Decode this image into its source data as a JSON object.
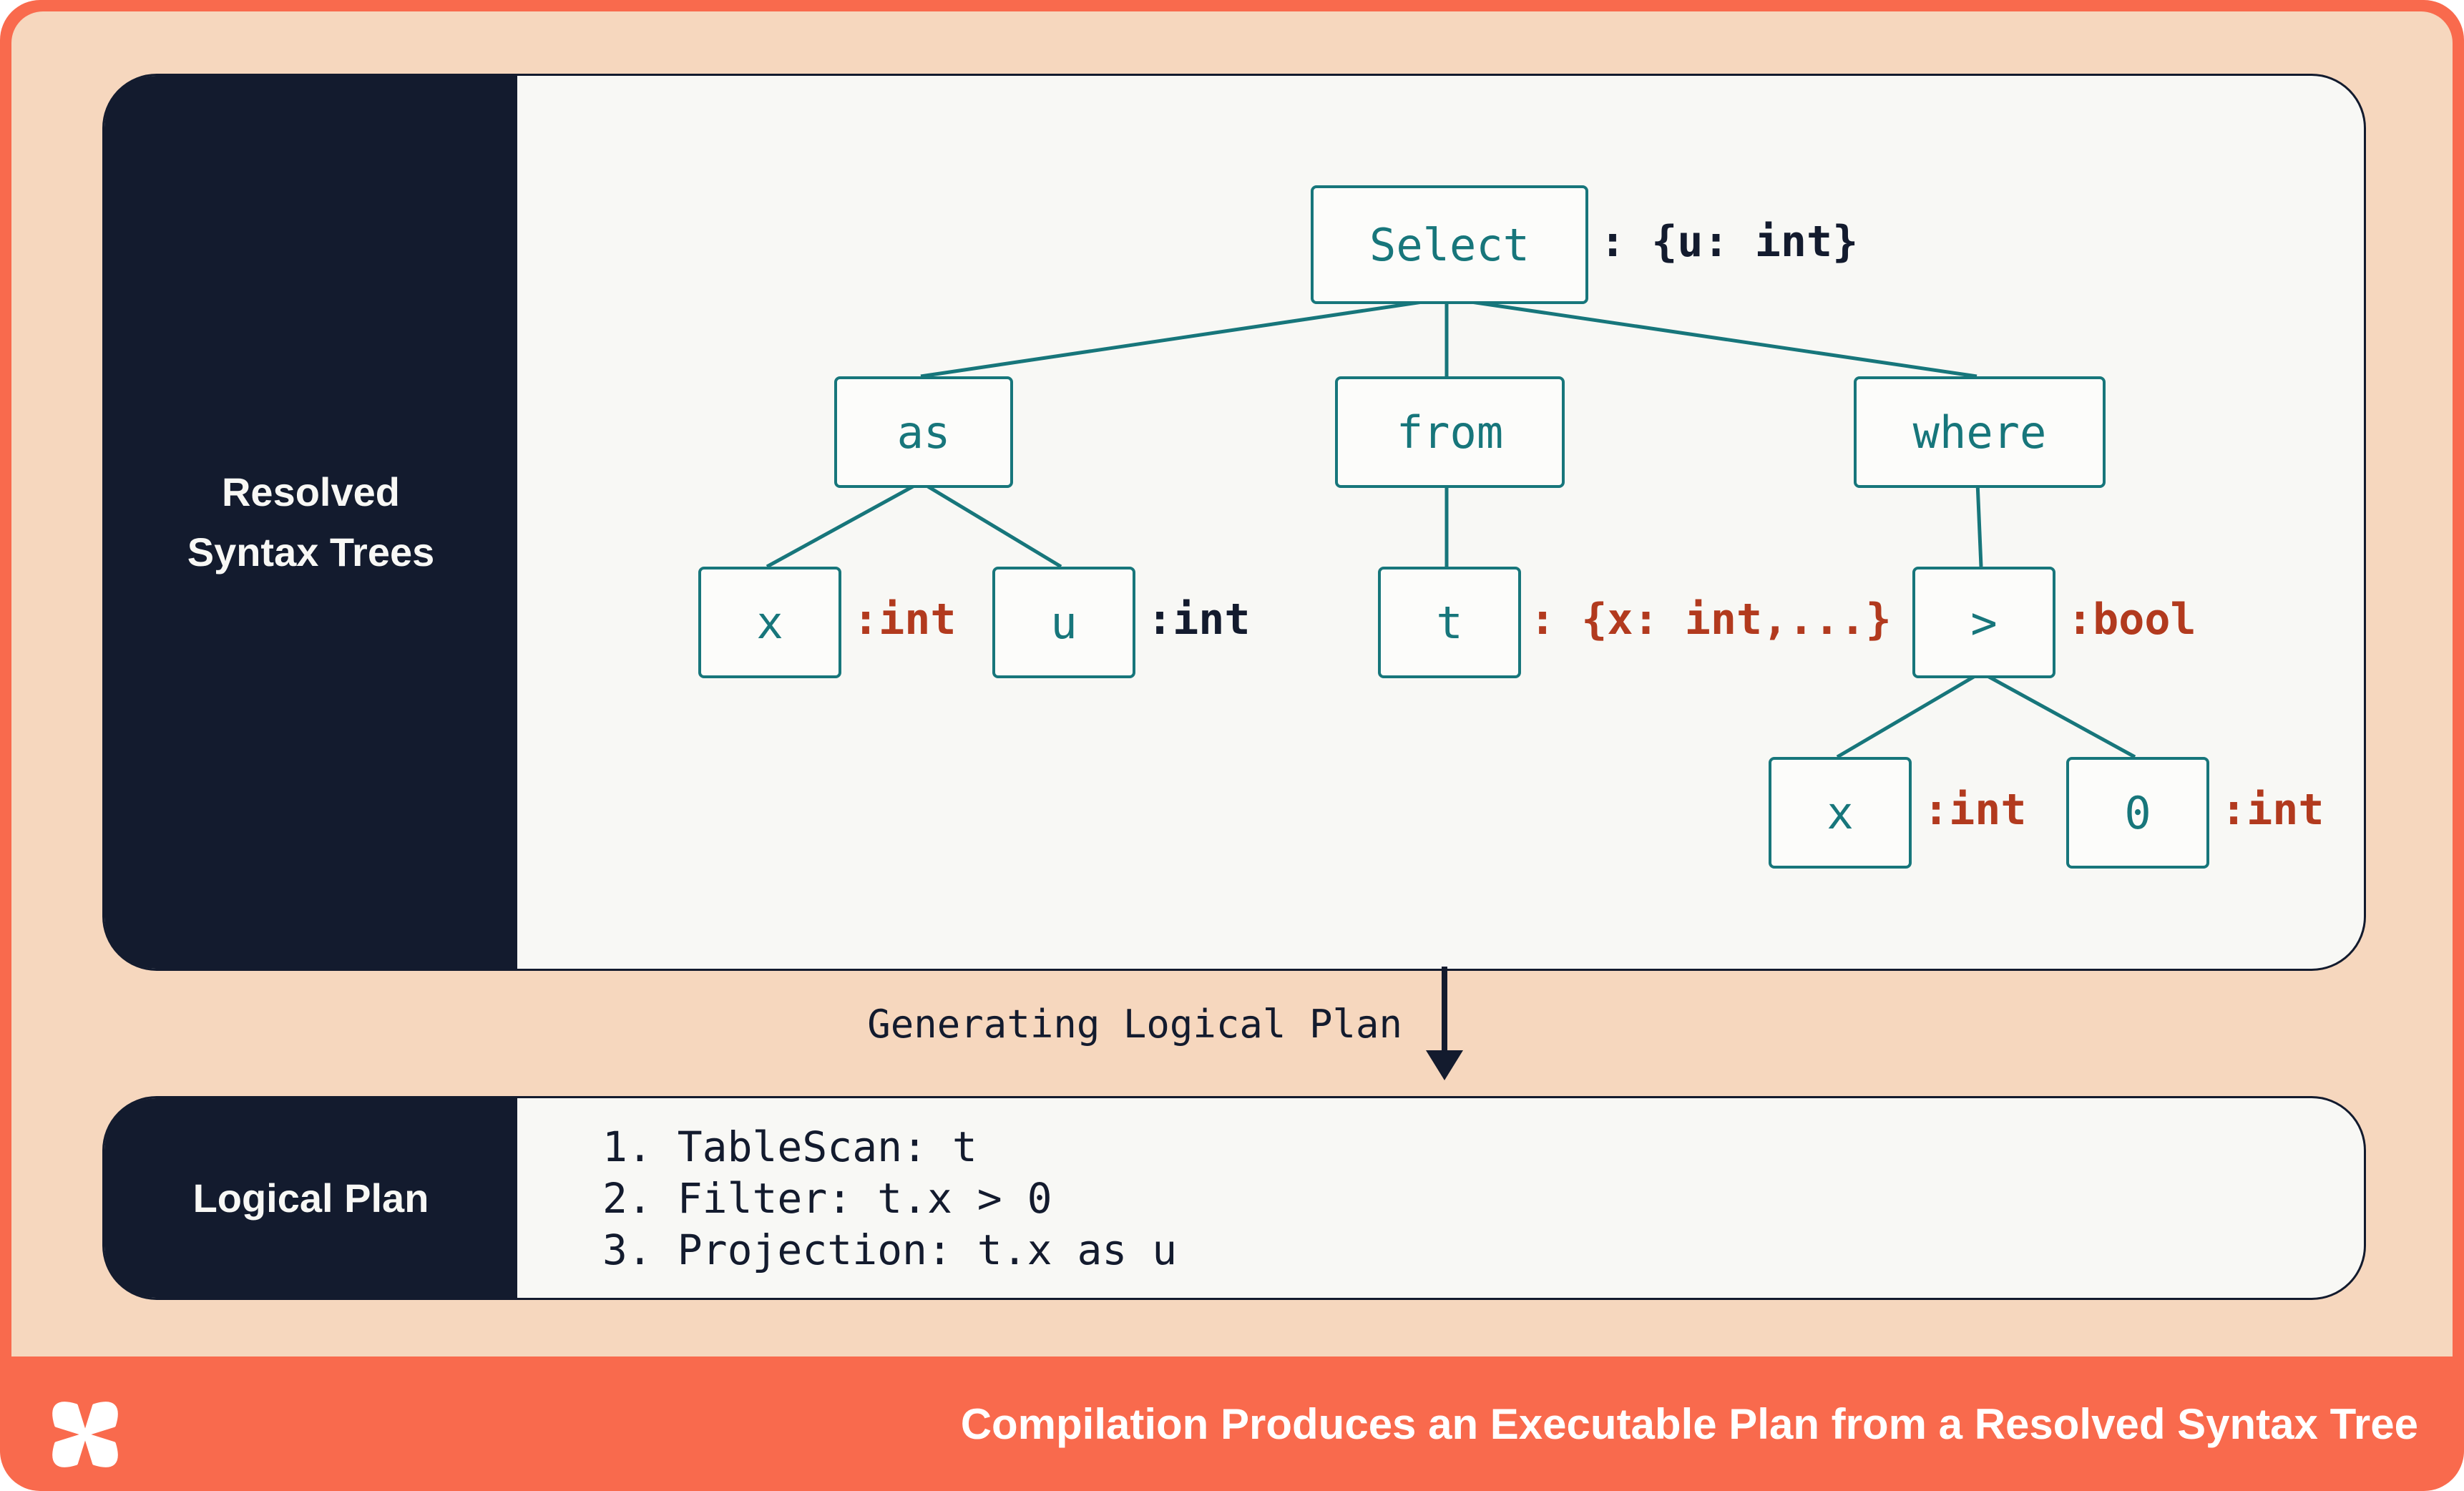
{
  "theme": {
    "coral": "#f96a4d",
    "peach": "#f6d7be",
    "navy": "#131b2e",
    "teal": "#17767b",
    "type_red": "#b23a1e",
    "card_bg": "#f8f8f5"
  },
  "resolved_card": {
    "sidebar_title_lines": [
      "Resolved",
      "Syntax Trees"
    ]
  },
  "tree": {
    "nodes": [
      {
        "id": "select",
        "label": "Select",
        "annotation": ": {u: int}"
      },
      {
        "id": "as",
        "label": "as"
      },
      {
        "id": "from",
        "label": "from"
      },
      {
        "id": "where",
        "label": "where"
      },
      {
        "id": "x-as",
        "label": "x",
        "annotation": ":int"
      },
      {
        "id": "u",
        "label": "u",
        "annotation": ":int"
      },
      {
        "id": "t",
        "label": "t",
        "annotation": ": {x: int,...}"
      },
      {
        "id": "gt",
        "label": ">",
        "annotation": ":bool"
      },
      {
        "id": "x-gt",
        "label": "x",
        "annotation": ":int"
      },
      {
        "id": "zero",
        "label": "0",
        "annotation": ":int"
      }
    ]
  },
  "flow": {
    "arrow_label": "Generating Logical Plan"
  },
  "plan_card": {
    "sidebar_title": "Logical Plan",
    "lines": [
      "1. TableScan: t",
      "2. Filter: t.x > 0",
      "3. Projection: t.x as u"
    ]
  },
  "footer": {
    "title": "Compilation Produces an Executable Plan from a Resolved Syntax Tree",
    "logo": "pinwheel-x-logo"
  }
}
